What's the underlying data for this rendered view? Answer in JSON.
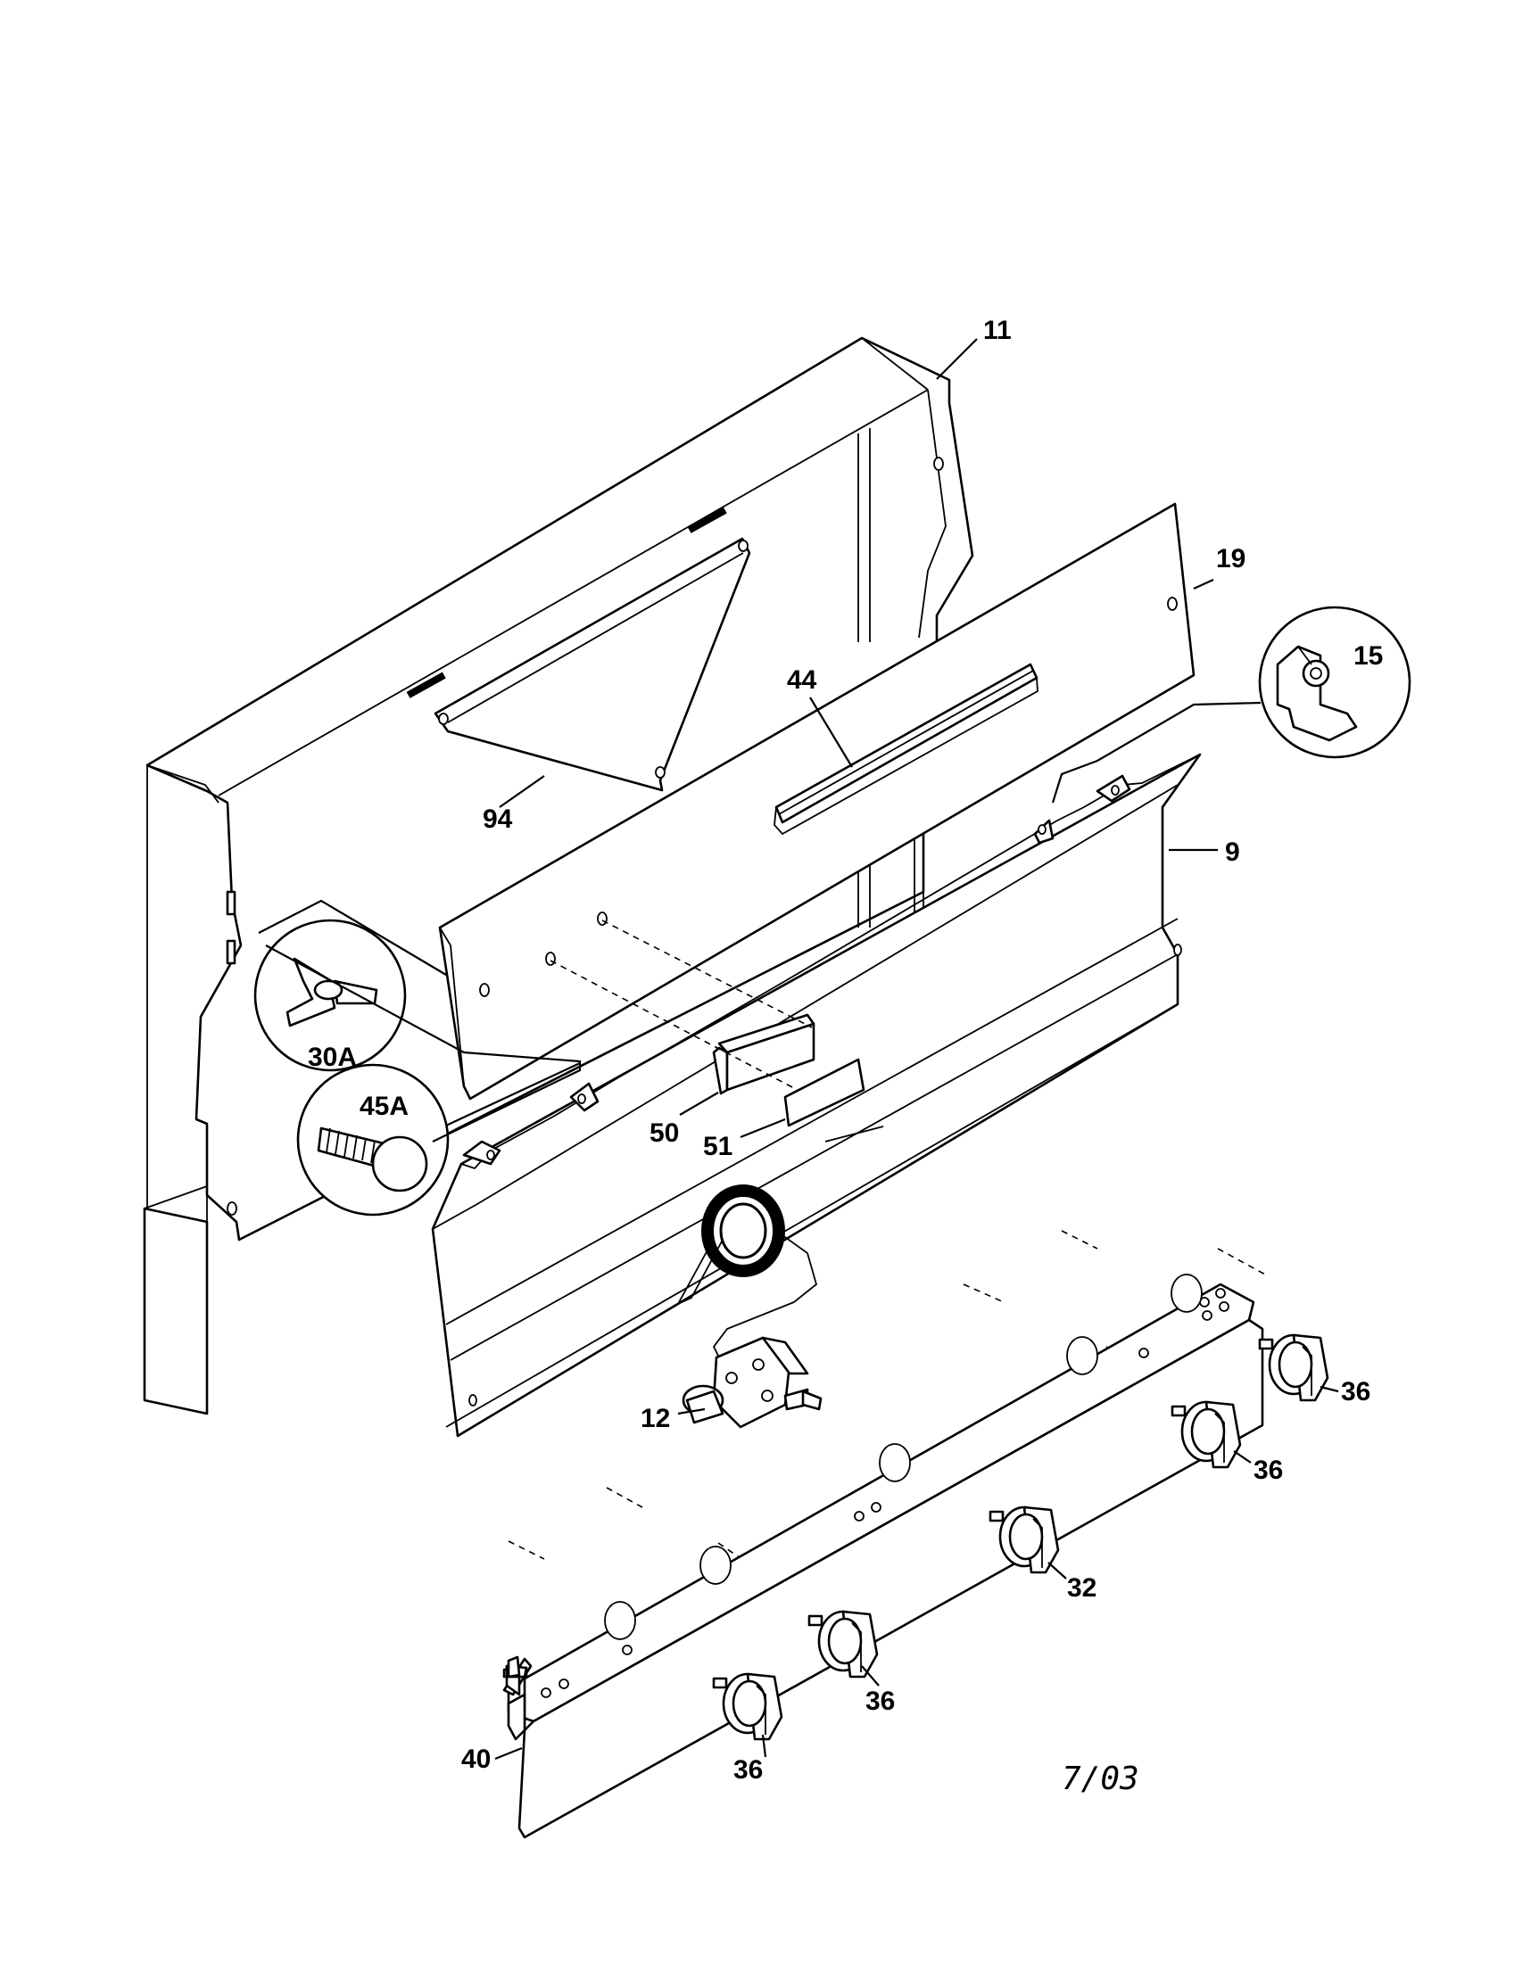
{
  "diagram": {
    "date_stamp": "7/03",
    "callouts": {
      "c11": "11",
      "c19": "19",
      "c15": "15",
      "c44": "44",
      "c94": "94",
      "c9": "9",
      "c30A": "30A",
      "c45A": "45A",
      "c50": "50",
      "c51": "51",
      "c12": "12",
      "c36a": "36",
      "c36b": "36",
      "c32": "32",
      "c36c": "36",
      "c36d": "36",
      "c40": "40"
    }
  }
}
